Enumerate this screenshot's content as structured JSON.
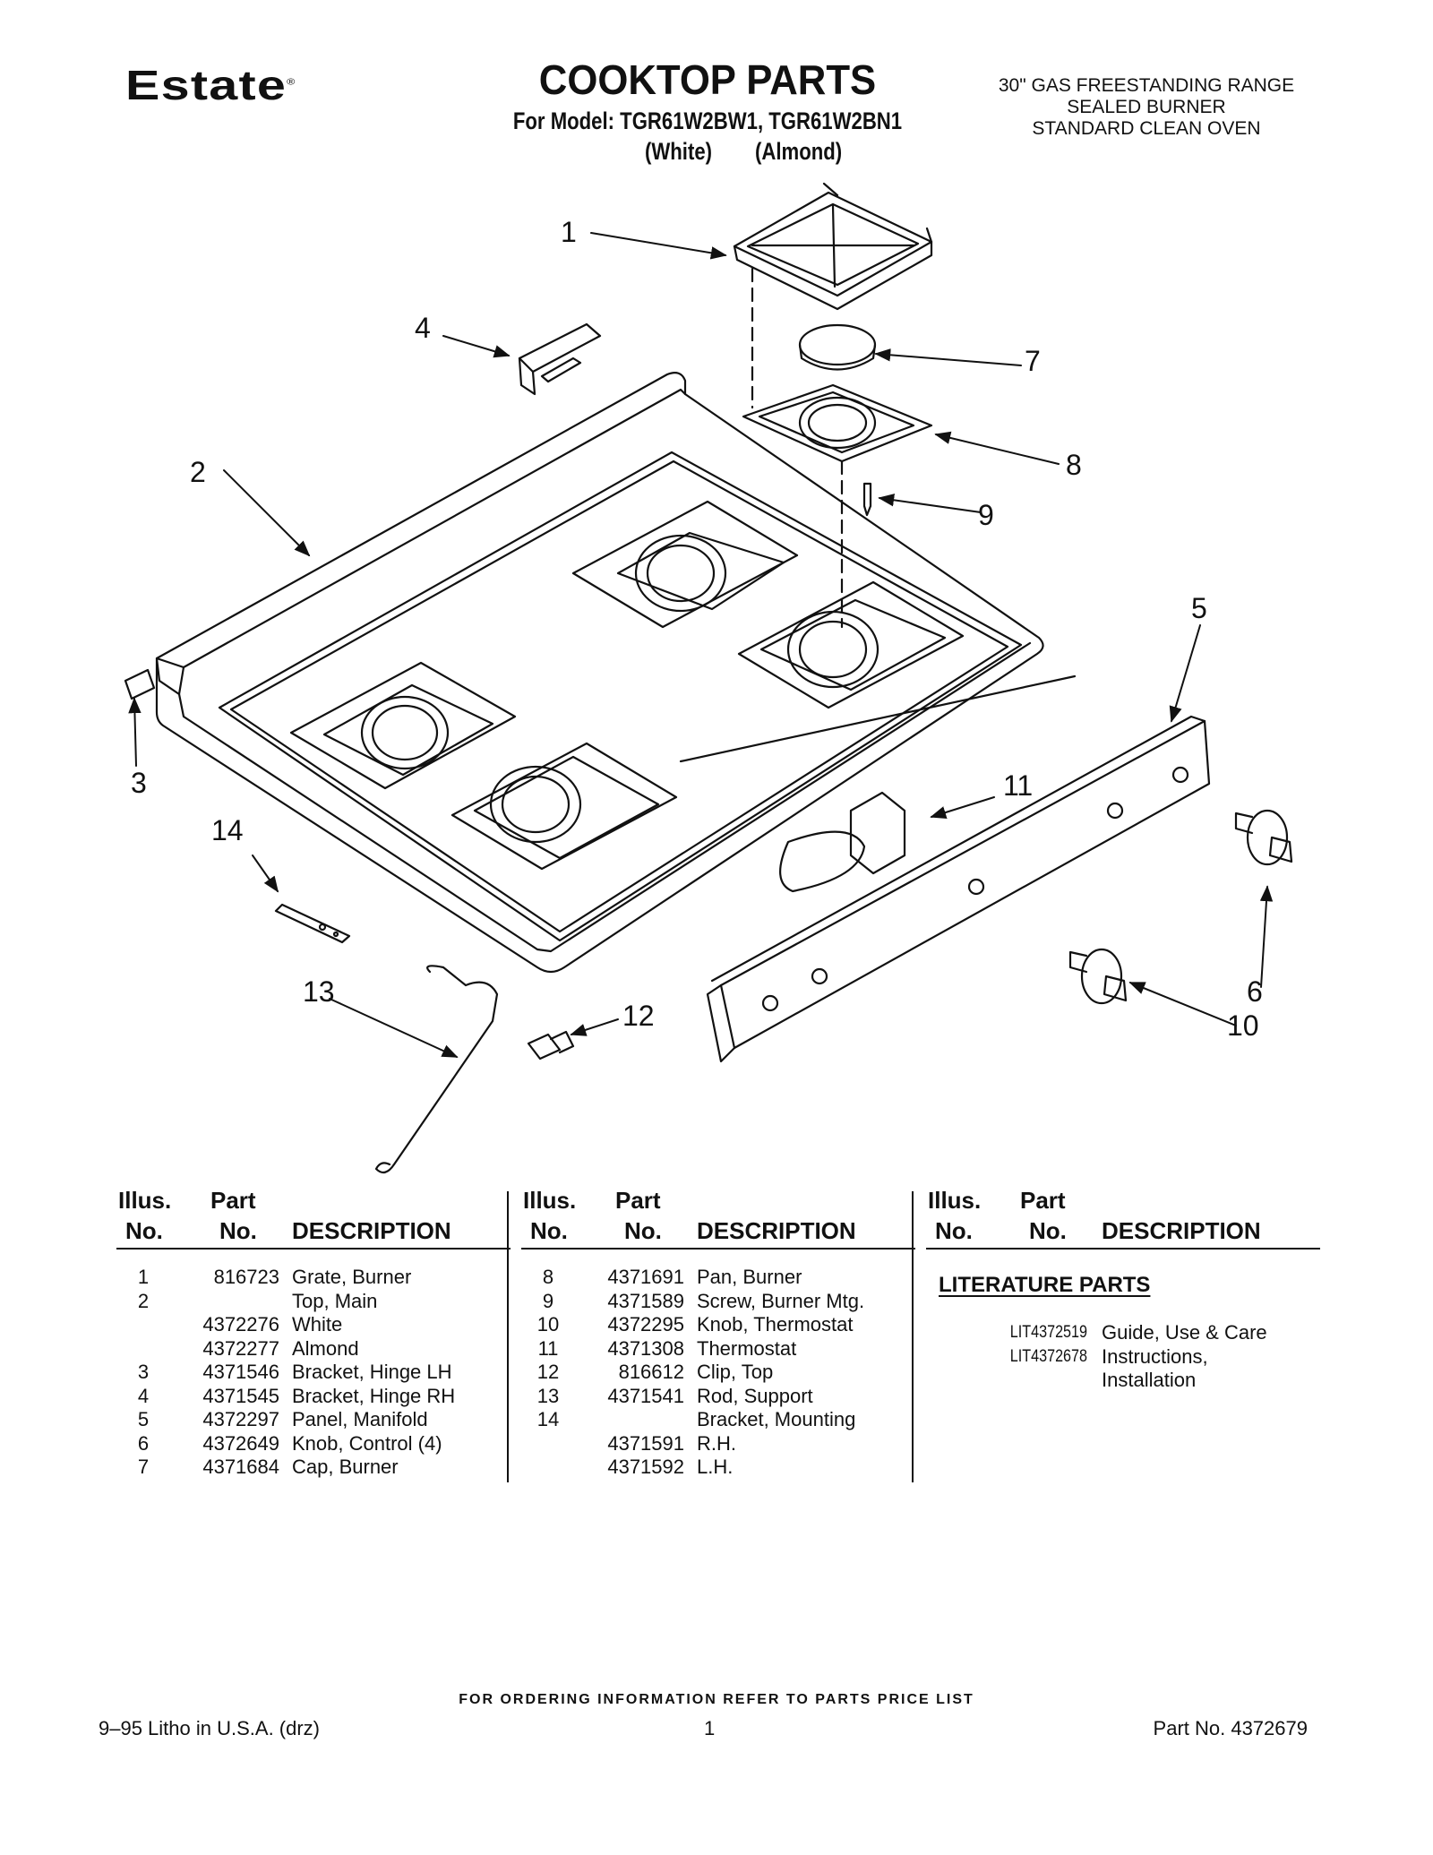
{
  "header": {
    "brand": "Estate",
    "brand_mark": "®",
    "title": "COOKTOP PARTS",
    "models": "For Model: TGR61W2BW1, TGR61W2BN1",
    "color_1": "(White)",
    "color_2": "(Almond)",
    "range_desc": [
      "30\" GAS FREESTANDING RANGE",
      "SEALED BURNER",
      "STANDARD CLEAN OVEN"
    ]
  },
  "callouts": [
    "1",
    "2",
    "3",
    "4",
    "5",
    "6",
    "7",
    "8",
    "9",
    "10",
    "11",
    "12",
    "13",
    "14"
  ],
  "table_headers": {
    "illus": "Illus.",
    "no": "No.",
    "part": "Part",
    "part_no": "No.",
    "description": "DESCRIPTION"
  },
  "parts_left": [
    {
      "illus": "1",
      "part": "816723",
      "desc": "Grate, Burner"
    },
    {
      "illus": "2",
      "part": "",
      "desc": "Top, Main"
    },
    {
      "illus": "",
      "part": "4372276",
      "desc": "White"
    },
    {
      "illus": "",
      "part": "4372277",
      "desc": "Almond"
    },
    {
      "illus": "3",
      "part": "4371546",
      "desc": "Bracket, Hinge LH"
    },
    {
      "illus": "4",
      "part": "4371545",
      "desc": "Bracket, Hinge RH"
    },
    {
      "illus": "5",
      "part": "4372297",
      "desc": "Panel, Manifold"
    },
    {
      "illus": "6",
      "part": "4372649",
      "desc": "Knob, Control (4)"
    },
    {
      "illus": "7",
      "part": "4371684",
      "desc": "Cap, Burner"
    }
  ],
  "parts_middle": [
    {
      "illus": "8",
      "part": "4371691",
      "desc": "Pan, Burner"
    },
    {
      "illus": "9",
      "part": "4371589",
      "desc": "Screw, Burner Mtg."
    },
    {
      "illus": "10",
      "part": "4372295",
      "desc": "Knob, Thermostat"
    },
    {
      "illus": "11",
      "part": "4371308",
      "desc": "Thermostat"
    },
    {
      "illus": "12",
      "part": "816612",
      "desc": "Clip, Top"
    },
    {
      "illus": "13",
      "part": "4371541",
      "desc": "Rod, Support"
    },
    {
      "illus": "14",
      "part": "",
      "desc": "Bracket, Mounting"
    },
    {
      "illus": "",
      "part": "4371591",
      "desc": "R.H."
    },
    {
      "illus": "",
      "part": "4371592",
      "desc": "L.H."
    }
  ],
  "literature": {
    "title": "LITERATURE PARTS",
    "items": [
      {
        "part": "LIT4372519",
        "desc": "Guide, Use & Care"
      },
      {
        "part": "LIT4372678",
        "desc": "Instructions,"
      },
      {
        "part": "",
        "desc": "Installation"
      }
    ]
  },
  "ordering_note": "FOR ORDERING INFORMATION REFER TO PARTS PRICE LIST",
  "footer": {
    "left": "9–95 Litho in U.S.A. (drz)",
    "page": "1",
    "right": "Part No. 4372679"
  }
}
